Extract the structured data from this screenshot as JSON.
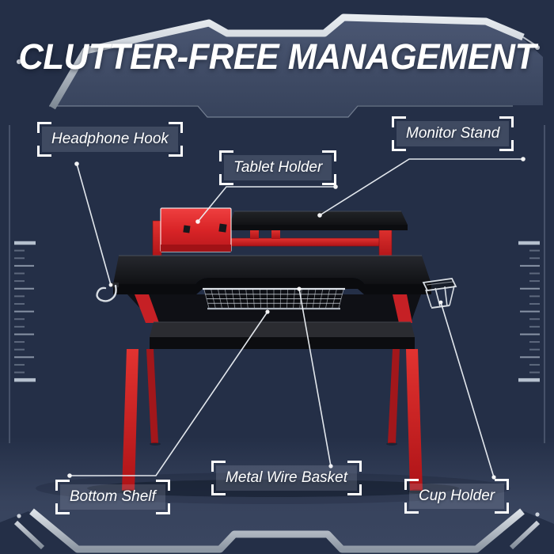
{
  "title": {
    "text": "CLUTTER-FREE MANAGEMENT"
  },
  "callouts": [
    {
      "id": "headphone-hook",
      "label": "Headphone Hook"
    },
    {
      "id": "tablet-holder",
      "label": "Tablet Holder"
    },
    {
      "id": "monitor-stand",
      "label": "Monitor Stand"
    },
    {
      "id": "bottom-shelf",
      "label": "Bottom Shelf"
    },
    {
      "id": "metal-wire-basket",
      "label": "Metal Wire Basket"
    },
    {
      "id": "cup-holder",
      "label": "Cup Holder"
    }
  ],
  "theme": {
    "background": "#242f47",
    "panel": "#4a5672",
    "steel": "#c3cad3",
    "line": "#edf1f6",
    "text": "#ffffff",
    "desk_red": "#d42428",
    "desk_black": "#17181c"
  }
}
